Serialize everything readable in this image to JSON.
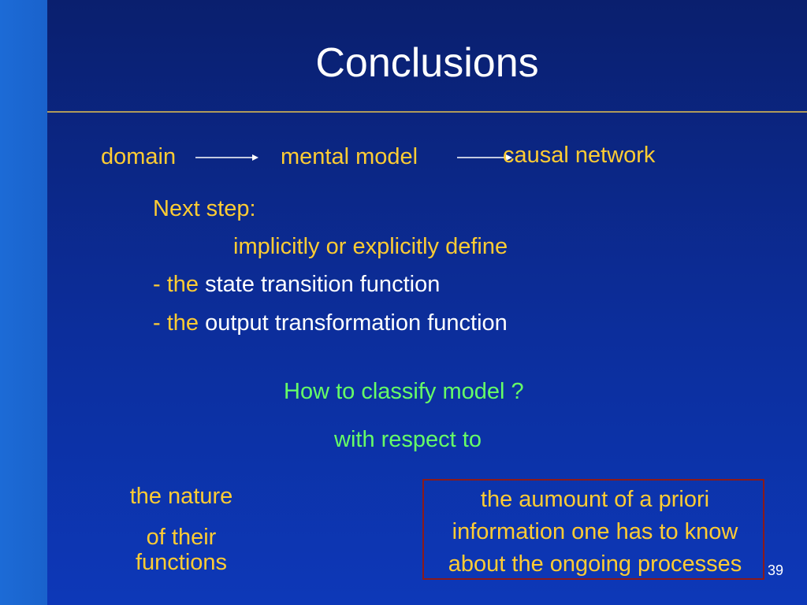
{
  "slide": {
    "title": "Conclusions",
    "flow": {
      "domain": "domain",
      "mental_model": "mental model",
      "causal_network": "causal network"
    },
    "next_step": "Next step:",
    "define_line": "implicitly or explicitly define",
    "items": [
      {
        "prefix": "- the",
        "text": "state transition function"
      },
      {
        "prefix": "- the",
        "text": "output transformation function"
      }
    ],
    "question": "How to classify model ?",
    "respect": "with respect to",
    "left_option": {
      "line1": "the nature",
      "line2": "of their",
      "line3": "functions"
    },
    "right_option": {
      "line1": "the aumount of a priori",
      "line2": "information one has to know",
      "line3": "about the ongoing processes"
    },
    "page_number": "39"
  },
  "colors": {
    "background": "#0c2e9c",
    "accent_bar": "#1c6bd6",
    "title": "#ffffff",
    "yellow_text": "#ffcc33",
    "green_text": "#66ff66",
    "box_border": "#8b1a1a",
    "rule": "#b09a5a"
  }
}
